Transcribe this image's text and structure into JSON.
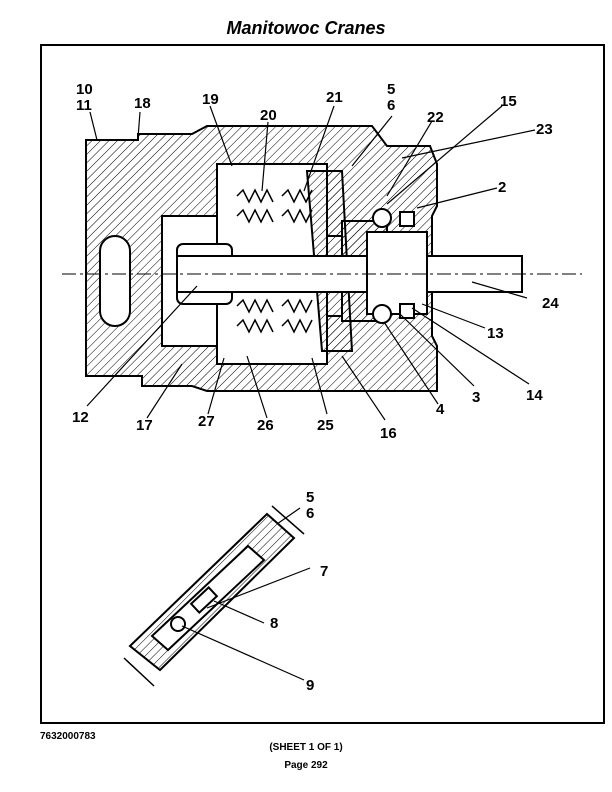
{
  "header": {
    "title": "Manitowoc Cranes"
  },
  "footer": {
    "document_number": "7632000783",
    "sheet": "(SHEET 1 OF 1)",
    "page": "Page 292"
  },
  "diagram": {
    "callouts": [
      "10",
      "11",
      "18",
      "19",
      "20",
      "21",
      "5",
      "6",
      "22",
      "15",
      "23",
      "2",
      "24",
      "13",
      "14",
      "3",
      "4",
      "16",
      "25",
      "26",
      "27",
      "17",
      "12",
      "5",
      "6",
      "7",
      "8",
      "9"
    ]
  }
}
